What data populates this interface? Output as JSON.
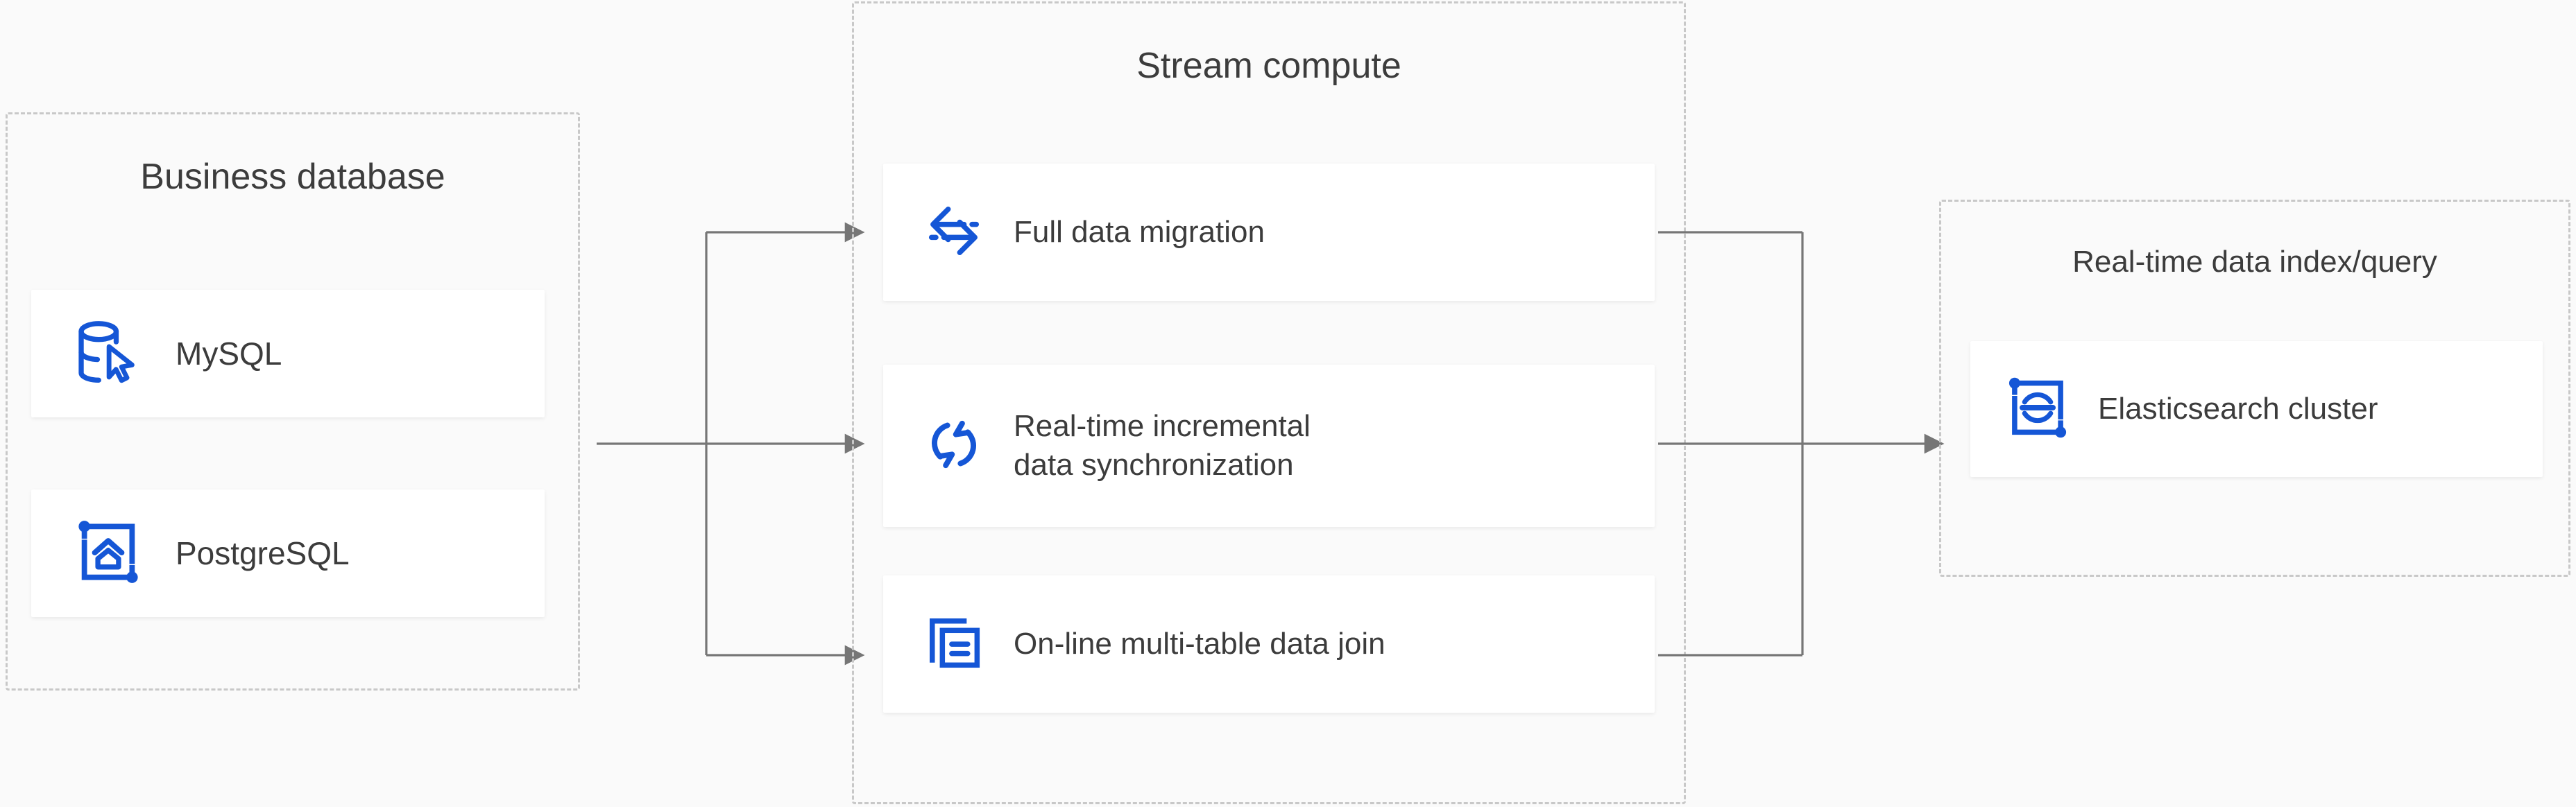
{
  "theme": {
    "background": "#fafafa",
    "card_background": "#ffffff",
    "accent_blue": "#1556d6",
    "text_color": "#3c3c3c",
    "dashed_border": "#c8c8c8",
    "connector_color": "#767676"
  },
  "groups": {
    "business": {
      "title": "Business database",
      "items": [
        {
          "label": "MySQL",
          "icon": "database-cursor-icon"
        },
        {
          "label": "PostgreSQL",
          "icon": "postgresql-elephant-bracket-icon"
        }
      ]
    },
    "stream": {
      "title": "Stream compute",
      "items": [
        {
          "label": "Full data migration",
          "icon": "bidirectional-arrows-icon"
        },
        {
          "label": "Real-time incremental\ndata synchronization",
          "icon": "sync-refresh-icon"
        },
        {
          "label": "On-line multi-table data join",
          "icon": "stacked-tables-join-icon"
        }
      ]
    },
    "index": {
      "title": "Real-time data index/query",
      "items": [
        {
          "label": "Elasticsearch cluster",
          "icon": "elasticsearch-bracket-icon"
        }
      ]
    }
  },
  "connectors": {
    "left": {
      "from": "business",
      "to": "stream",
      "branches": 3,
      "arrow": "right-arrowhead"
    },
    "right": {
      "from": "stream",
      "to": "index",
      "branches": 3,
      "arrow": "right-arrowhead"
    }
  }
}
